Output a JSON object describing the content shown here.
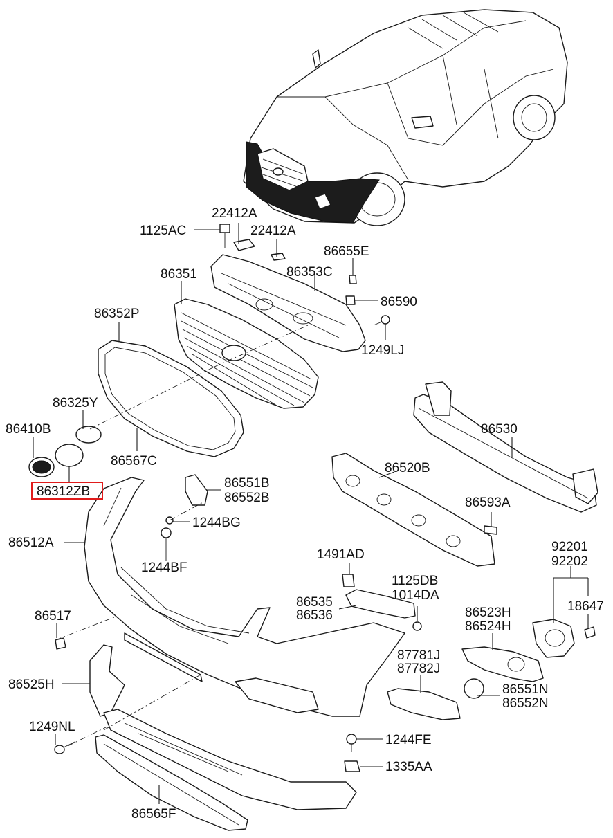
{
  "parts": {
    "p22412A_top": "22412A",
    "p1125AC": "1125AC",
    "p22412A_mid": "22412A",
    "p86655E": "86655E",
    "p86351": "86351",
    "p86353C": "86353C",
    "p86590": "86590",
    "p86352P": "86352P",
    "p1249LJ": "1249LJ",
    "p86325Y": "86325Y",
    "p86410B": "86410B",
    "p86530": "86530",
    "p86567C": "86567C",
    "p86520B": "86520B",
    "p86312ZB": "86312ZB",
    "p86551B": "86551B",
    "p86552B": "86552B",
    "p86593A": "86593A",
    "p1244BG": "1244BG",
    "p86512A": "86512A",
    "p92201": "92201",
    "p92202": "92202",
    "p1491AD": "1491AD",
    "p1244BF": "1244BF",
    "p1125DB": "1125DB",
    "p1014DA": "1014DA",
    "p86535": "86535",
    "p86536": "86536",
    "p18647": "18647",
    "p86517": "86517",
    "p86523H": "86523H",
    "p86524H": "86524H",
    "p87781J": "87781J",
    "p87782J": "87782J",
    "p86525H": "86525H",
    "p86551N": "86551N",
    "p86552N": "86552N",
    "p1249NL": "1249NL",
    "p1244FE": "1244FE",
    "p1335AA": "1335AA",
    "p86565F": "86565F"
  },
  "highlight_color": "#e01b1b"
}
